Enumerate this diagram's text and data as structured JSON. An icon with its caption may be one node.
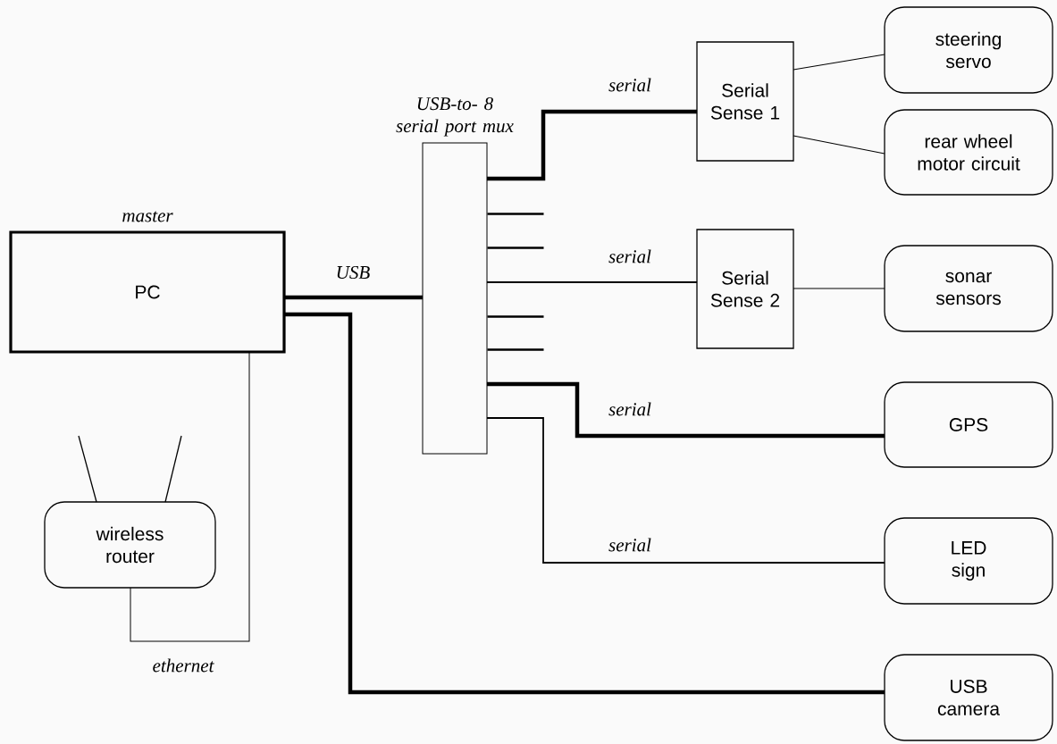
{
  "diagram": {
    "nodes": [
      {
        "text": [
          "PC"
        ],
        "beside": [
          "master"
        ]
      },
      {
        "text": [
          "USB-to- 8 serial port mux"
        ]
      },
      {
        "text": [
          "Serial Sense 1"
        ]
      },
      {
        "text": [
          "Serial Sense 2"
        ]
      },
      {
        "text": [
          "steering servo"
        ]
      },
      {
        "text": [
          "rear wheel motor circuit"
        ]
      },
      {
        "text": [
          "sonar sensors"
        ]
      },
      {
        "text": [
          "GPS"
        ]
      },
      {
        "text": [
          "LED sign"
        ]
      },
      {
        "text": [
          "USB camera"
        ]
      },
      {
        "text": [
          "wireless router"
        ]
      }
    ],
    "edges": [
      {
        "from": 0,
        "to": 1,
        "arrow": "none",
        "label": "USB",
        "style": "thick"
      },
      {
        "from": 1,
        "to": 2,
        "arrow": "none",
        "label": "serial",
        "style": "thick"
      },
      {
        "from": 1,
        "to": 3,
        "arrow": "none",
        "label": "serial"
      },
      {
        "from": 1,
        "to": 7,
        "arrow": "none",
        "label": "serial",
        "style": "thick"
      },
      {
        "from": 1,
        "to": 8,
        "arrow": "none",
        "label": "serial"
      },
      {
        "from": 0,
        "to": 9,
        "arrow": "none",
        "style": "thick"
      },
      {
        "from": 0,
        "to": 10,
        "arrow": "none",
        "label": "ethernet"
      },
      {
        "from": 2,
        "to": 4,
        "arrow": "none"
      },
      {
        "from": 2,
        "to": 5,
        "arrow": "none"
      },
      {
        "from": 3,
        "to": 6,
        "arrow": "none"
      }
    ]
  }
}
